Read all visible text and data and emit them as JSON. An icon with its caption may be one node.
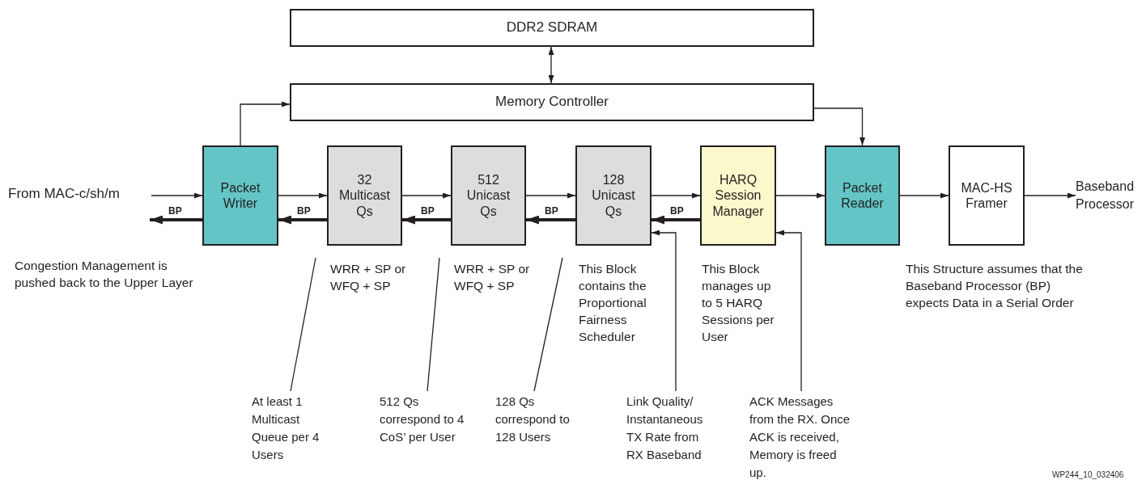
{
  "diagram": {
    "nodes": [
      {
        "text": [
          "DDR2 SDRAM"
        ]
      },
      {
        "text": [
          "Memory Controller"
        ]
      },
      {
        "text": [
          "From MAC-c/sh/m"
        ]
      },
      {
        "text": [
          "Packet Writer"
        ]
      },
      {
        "text": [
          "32 Multicast Qs"
        ]
      },
      {
        "text": [
          "512 Unicast Qs"
        ]
      },
      {
        "text": [
          "128 Unicast Qs"
        ]
      },
      {
        "text": [
          "HARQ Session Manager"
        ]
      },
      {
        "text": [
          "Packet Reader"
        ]
      },
      {
        "text": [
          "MAC-HS Framer"
        ]
      },
      {
        "text": [
          "Baseband Processor"
        ]
      },
      {
        "text": [
          "At least 1 Multicast Queue per 4 Users"
        ]
      },
      {
        "text": [
          "512 Qs correspond to 4 CoS’ per User"
        ]
      },
      {
        "text": [
          "128 Qs correspond to 128 Users"
        ]
      },
      {
        "text": [
          "Link Quality/ Instantaneous TX Rate from RX Baseband"
        ]
      },
      {
        "text": [
          "ACK Messages from the RX. Once ACK is received, Memory is freed up."
        ]
      }
    ],
    "edges": [
      {
        "from": 0,
        "to": 1,
        "arrow": "both"
      },
      {
        "from": 3,
        "to": 1,
        "arrow": "to"
      },
      {
        "from": 1,
        "to": 8,
        "arrow": "to"
      },
      {
        "from": 2,
        "to": 3,
        "arrow": "to"
      },
      {
        "from": 3,
        "to": 4,
        "arrow": "to"
      },
      {
        "from": 4,
        "to": 5,
        "arrow": "to"
      },
      {
        "from": 5,
        "to": 6,
        "arrow": "to"
      },
      {
        "from": 6,
        "to": 7,
        "arrow": "to"
      },
      {
        "from": 7,
        "to": 8,
        "arrow": "to"
      },
      {
        "from": 8,
        "to": 9,
        "arrow": "to"
      },
      {
        "from": 9,
        "to": 10,
        "arrow": "to"
      },
      {
        "from": 3,
        "to": 2,
        "arrow": "to",
        "label": "BP",
        "style": "thick"
      },
      {
        "from": 4,
        "to": 3,
        "arrow": "to",
        "label": "BP",
        "style": "thick"
      },
      {
        "from": 5,
        "to": 4,
        "arrow": "to",
        "label": "BP",
        "style": "thick"
      },
      {
        "from": 6,
        "to": 5,
        "arrow": "to",
        "label": "BP",
        "style": "thick"
      },
      {
        "from": 7,
        "to": 6,
        "arrow": "to",
        "label": "BP",
        "style": "thick"
      },
      {
        "from": 11,
        "to": null,
        "arrow": "none"
      },
      {
        "from": 12,
        "to": null,
        "arrow": "none"
      },
      {
        "from": 13,
        "to": null,
        "arrow": "none"
      },
      {
        "from": 14,
        "to": 6,
        "arrow": "to"
      },
      {
        "from": 15,
        "to": 7,
        "arrow": "to"
      }
    ],
    "labels": [
      "Congestion Management is pushed back to the Upper Layer",
      "WRR + SP or WFQ + SP",
      "WRR + SP or WFQ + SP",
      "This Block contains the Proportional Fairness Scheduler",
      "This Block manages up to 5 HARQ Sessions per User",
      "This Structure assumes that the Baseband Processor (BP) expects Data in a Serial Order",
      "WP244_10_032406"
    ]
  }
}
